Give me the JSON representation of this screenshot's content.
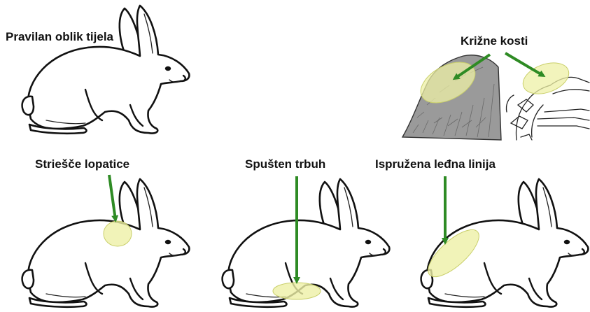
{
  "labels": {
    "normal_shape": "Pravilan oblik tijela",
    "hip_bones": "Križne kosti",
    "shoulder_blades": "Striešče lopatice",
    "lowered_belly": "Spušten trbuh",
    "stretched_back": "Ispružena leđna linija"
  },
  "colors": {
    "arrow": "#2e8b24",
    "highlight": "#eef0a6",
    "outline": "#111111"
  }
}
